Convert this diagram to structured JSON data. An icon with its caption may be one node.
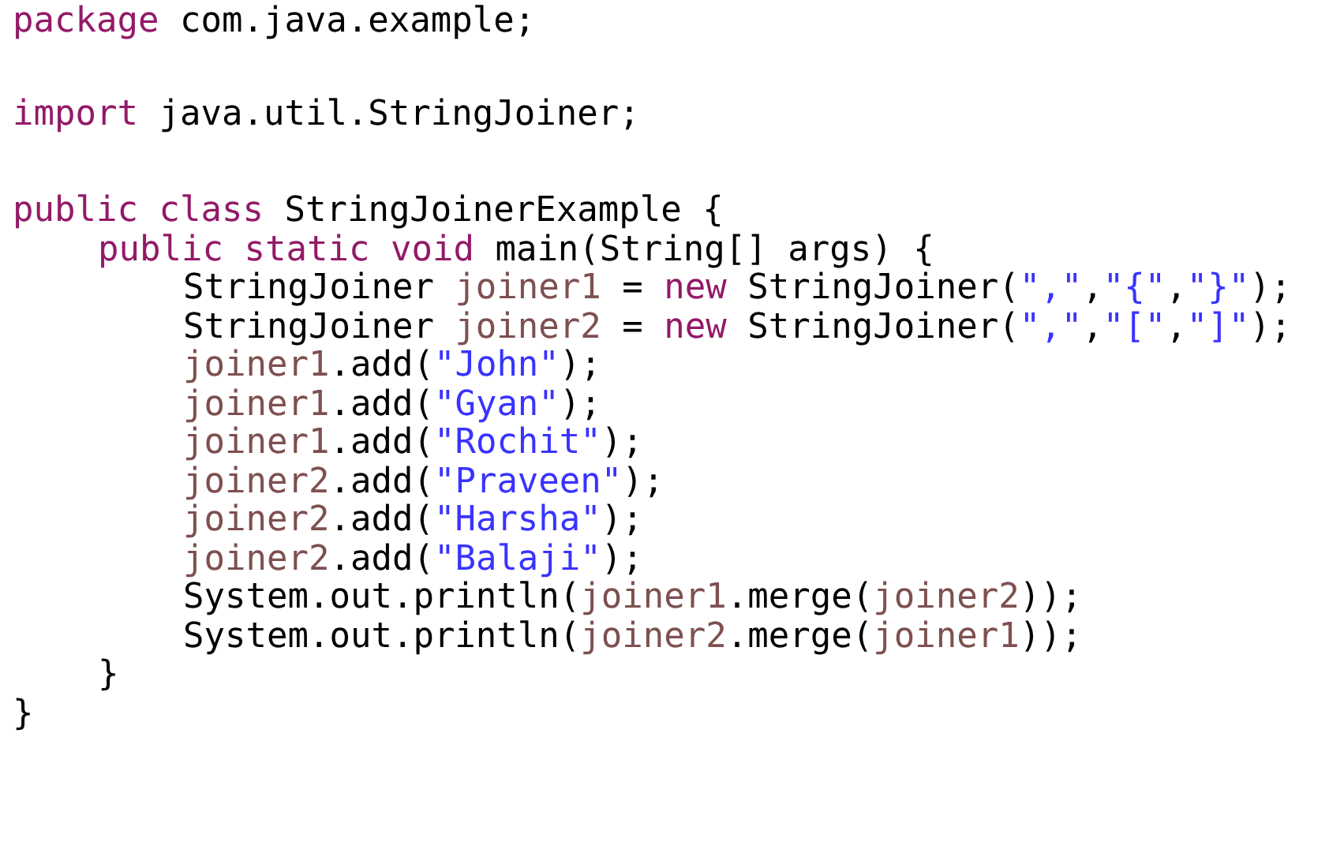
{
  "diagram": {
    "labels": [
      "package com.java.example;",
      "import java.util.StringJoiner;",
      "public class StringJoinerExample {",
      "public static void main(String[] args) {",
      "StringJoiner joiner1 = new StringJoiner(\",\",\"{\",\"}\");",
      "StringJoiner joiner2 = new StringJoiner(\",\",\"[\",\"]\");",
      "joiner1.add(\"John\");",
      "joiner1.add(\"Gyan\");",
      "joiner1.add(\"Rochit\");",
      "joiner2.add(\"Praveen\");",
      "joiner2.add(\"Harsha\");",
      "joiner2.add(\"Balaji\");",
      "System.out.println(joiner1.merge(joiner2));",
      "System.out.println(joiner2.merge(joiner1));",
      "}",
      "}"
    ]
  }
}
